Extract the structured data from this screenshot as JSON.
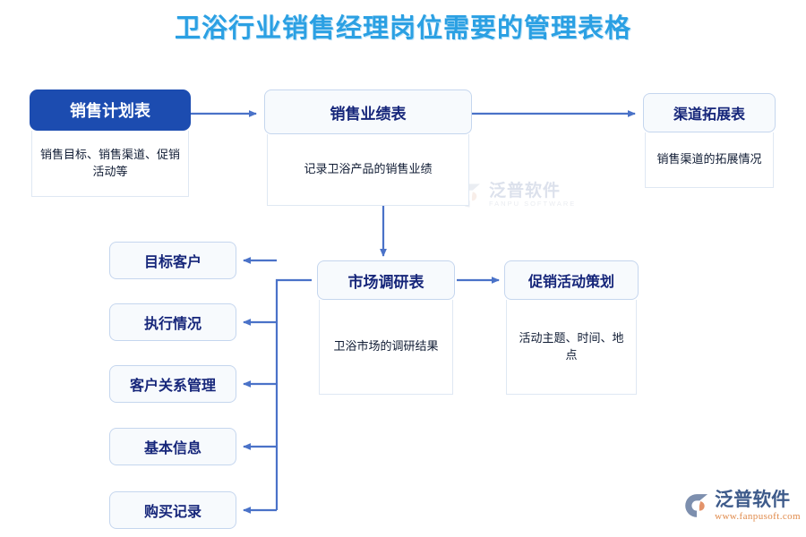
{
  "title": "卫浴行业销售经理岗位需要的管理表格",
  "colors": {
    "title": "#2ba0e3",
    "primary_dark": "#1c4cb0",
    "card_header_bg": "#f7fafd",
    "card_border": "#c5d6ee",
    "connector": "#4a72c8",
    "header_text": "#16267a",
    "logo_text": "#3d5a8a",
    "logo_url": "#e08a4a"
  },
  "cards": [
    {
      "id": "sales-plan",
      "header": "销售计划表",
      "body": "销售目标、销售渠道、促销活动等",
      "highlighted": true
    },
    {
      "id": "sales-performance",
      "header": "销售业绩表",
      "body": "记录卫浴产品的销售业绩",
      "highlighted": false
    },
    {
      "id": "channel-expansion",
      "header": "渠道拓展表",
      "body": "销售渠道的拓展情况",
      "highlighted": false
    },
    {
      "id": "market-research",
      "header": "市场调研表",
      "body": "卫浴市场的调研结果",
      "highlighted": false
    },
    {
      "id": "promotion-planning",
      "header": "促销活动策划",
      "body": "活动主题、时间、地点",
      "highlighted": false
    }
  ],
  "pills": [
    {
      "id": "target-customer",
      "label": "目标客户"
    },
    {
      "id": "execution-status",
      "label": "执行情况"
    },
    {
      "id": "crm",
      "label": "客户关系管理"
    },
    {
      "id": "basic-info",
      "label": "基本信息"
    },
    {
      "id": "purchase-record",
      "label": "购买记录"
    }
  ],
  "watermark": {
    "brand": "泛普软件",
    "subtitle": "FANPU SOFTWARE"
  },
  "logo": {
    "brand": "泛普软件",
    "url": "www.fanpusoft.com"
  }
}
